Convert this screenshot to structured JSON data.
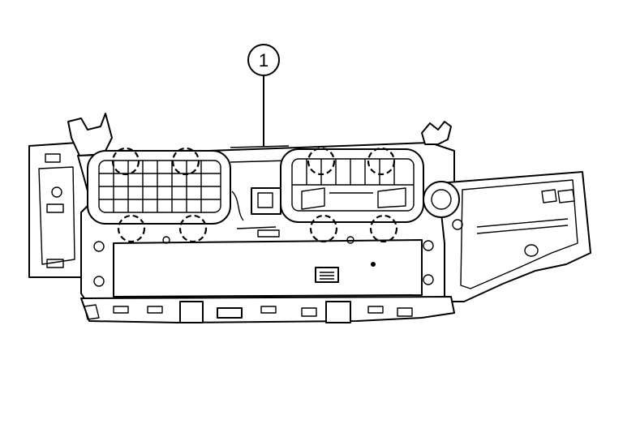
{
  "callout": {
    "label": "1"
  },
  "colors": {
    "line": "#000000",
    "background": "#ffffff"
  },
  "icons": [
    "callout-bubble",
    "clip-location-circle",
    "vent-grille",
    "connector",
    "mounting-screw"
  ]
}
